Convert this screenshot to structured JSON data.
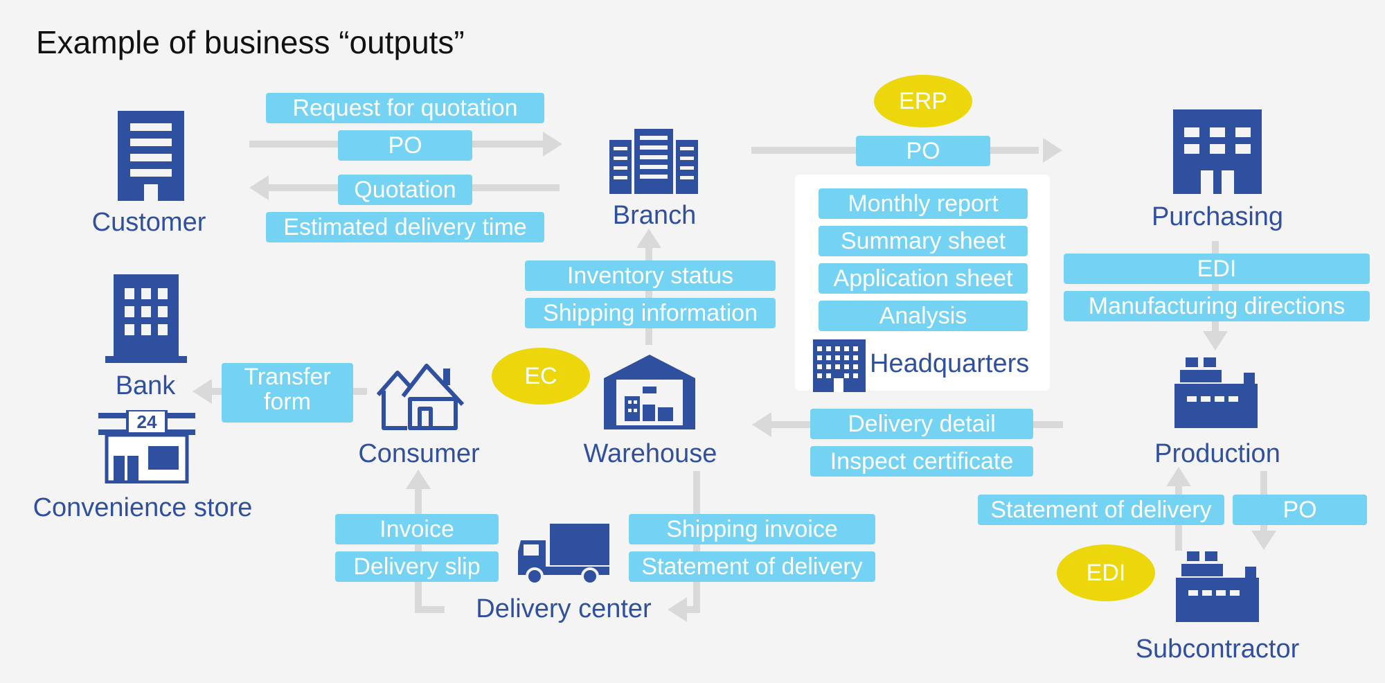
{
  "title": "Example of business “outputs”",
  "colors": {
    "background": "#f4f4f4",
    "icon_blue": "#2f4f9f",
    "tag_blue": "#74d2f2",
    "badge_yellow": "#ecd60c",
    "arrow_gray": "#d9d9d9"
  },
  "nodes": {
    "customer": "Customer",
    "branch": "Branch",
    "purchasing": "Purchasing",
    "bank": "Bank",
    "convenience_store": "Convenience store",
    "consumer": "Consumer",
    "warehouse": "Warehouse",
    "headquarters": "Headquarters",
    "production": "Production",
    "delivery_center": "Delivery center",
    "subcontractor": "Subcontractor",
    "store_sign": "24"
  },
  "badges": {
    "erp": "ERP",
    "ec": "EC",
    "edi": "EDI"
  },
  "customer_branch": {
    "request_for_quotation": "Request for quotation",
    "po": "PO",
    "quotation": "Quotation",
    "estimated_delivery_time": "Estimated delivery time"
  },
  "branch_purchasing": {
    "po": "PO"
  },
  "headquarters_outputs": {
    "monthly_report": "Monthly report",
    "summary_sheet": "Summary sheet",
    "application_sheet": "Application sheet",
    "analysis": "Analysis"
  },
  "warehouse_branch": {
    "inventory_status": "Inventory status",
    "shipping_information": "Shipping information"
  },
  "purchasing_production": {
    "edi": "EDI",
    "manufacturing_directions": "Manufacturing directions"
  },
  "consumer_bank": {
    "transfer_form_line1": "Transfer",
    "transfer_form_line2": "form"
  },
  "production_warehouse": {
    "delivery_detail": "Delivery detail",
    "inspect_certificate": "Inspect certificate"
  },
  "production_subcontractor": {
    "statement_of_delivery": "Statement of delivery",
    "po": "PO"
  },
  "delivery_consumer": {
    "invoice": "Invoice",
    "delivery_slip": "Delivery slip"
  },
  "warehouse_delivery": {
    "shipping_invoice": "Shipping invoice",
    "statement_of_delivery": "Statement of delivery"
  }
}
